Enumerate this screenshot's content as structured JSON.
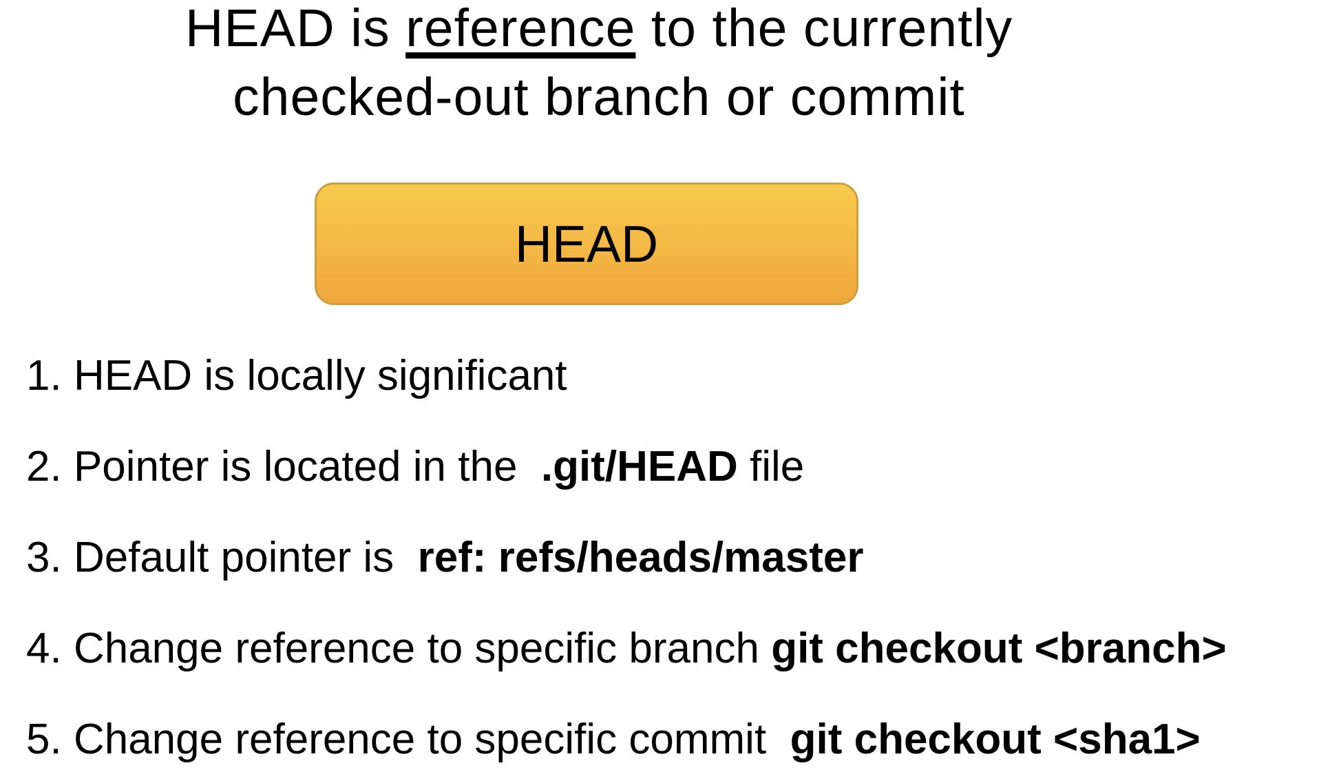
{
  "slide": {
    "background": "#FFFFFF",
    "text_color": "#000000"
  },
  "title": {
    "lines": [
      {
        "segments": [
          {
            "text": "HEAD is "
          },
          {
            "text": "reference",
            "underline": true
          },
          {
            "text": " to the currently"
          }
        ]
      },
      {
        "segments": [
          {
            "text": "checked-out branch or commit"
          }
        ]
      }
    ]
  },
  "head_shape": {
    "label": "HEAD",
    "gradient_top": "#F7CA4E",
    "gradient_bottom": "#F0A73D",
    "border_color": "#CE9E3E"
  },
  "list": {
    "items": [
      {
        "number": "1.",
        "segments": [
          {
            "text": "HEAD is locally significant"
          }
        ]
      },
      {
        "number": "2.",
        "segments": [
          {
            "text": "Pointer is located in the  "
          },
          {
            "text": ".git/HEAD",
            "bold": true
          },
          {
            "text": " file"
          }
        ]
      },
      {
        "number": "3.",
        "segments": [
          {
            "text": "Default pointer is  "
          },
          {
            "text": "ref: refs/heads/master",
            "bold": true
          }
        ]
      },
      {
        "number": "4.",
        "segments": [
          {
            "text": "Change reference to specific branch "
          },
          {
            "text": "git checkout <branch>",
            "bold": true
          }
        ]
      },
      {
        "number": "5.",
        "segments": [
          {
            "text": "Change reference to specific commit  "
          },
          {
            "text": "git checkout <sha1>",
            "bold": true
          }
        ]
      }
    ]
  }
}
